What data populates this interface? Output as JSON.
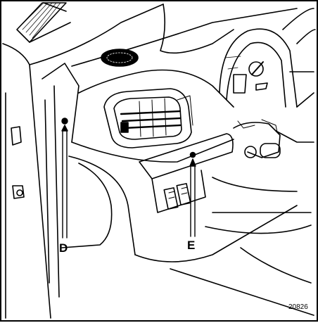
{
  "callouts": {
    "d": "D",
    "e": "E"
  },
  "reference_number": "20826",
  "colors": {
    "line": "#000000",
    "background": "#ffffff"
  }
}
